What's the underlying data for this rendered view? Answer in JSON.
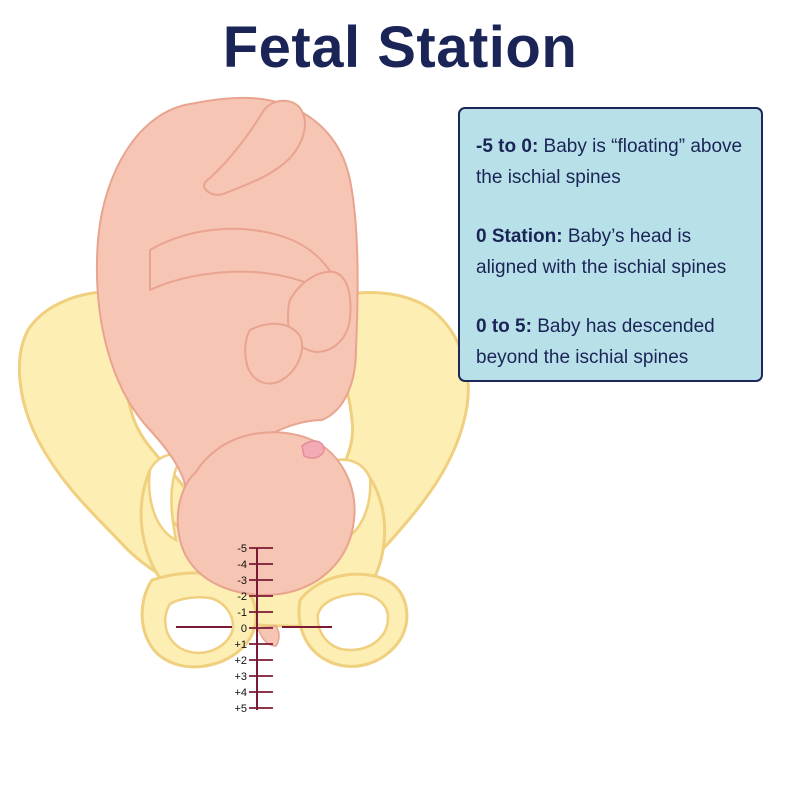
{
  "title": "Fetal Station",
  "info": [
    {
      "heading": "-5 to 0",
      "sep": ":",
      "text": " Baby is “floating” above the ischial spines"
    },
    {
      "heading": "0 Station:",
      "sep": "",
      "text": " Baby’s head is aligned with the ischial spines"
    },
    {
      "heading": "0 to 5:",
      "sep": "",
      "text": " Baby has descended beyond the ischial spines"
    }
  ],
  "scale": {
    "labels": [
      "-5",
      "-4",
      "-3",
      "-2",
      "-1",
      "0",
      "+1",
      "+2",
      "+3",
      "+4",
      "+5"
    ],
    "zero_label": "0"
  },
  "colors": {
    "title": "#1a2456",
    "box_fill": "#b8e0e8",
    "box_border": "#1d2858",
    "pelvis_fill": "#fdeeb4",
    "pelvis_stroke": "#f0cf7e",
    "baby_fill": "#f6c5b4",
    "baby_stroke": "#e9a48f",
    "scale_line": "#7b1a35"
  }
}
